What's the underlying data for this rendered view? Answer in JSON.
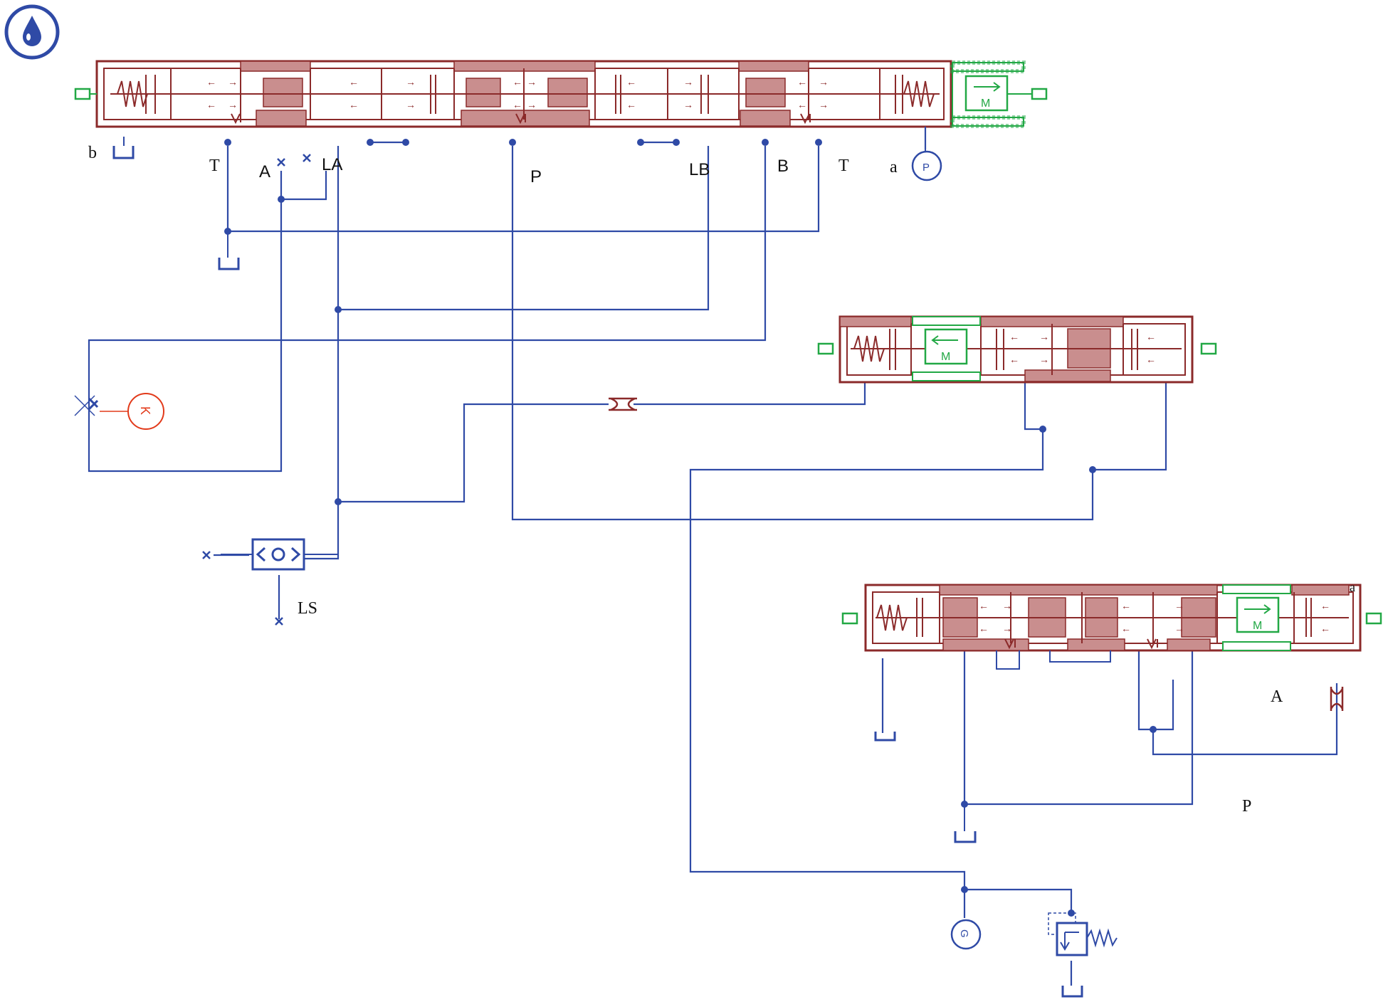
{
  "app": {
    "icon": "hydraulic-drop-icon"
  },
  "colors": {
    "hydraulic_line": "#2f4aa6",
    "valve_body": "#8b2a2a",
    "valve_fill": "#c98e8e",
    "actuator": "#22a845",
    "sensor_red": "#e23a1a"
  },
  "valve1": {
    "ports": {
      "b": "b",
      "T1": "T",
      "A": "A",
      "LA": "LA",
      "P": "P",
      "LB": "LB",
      "B": "B",
      "T2": "T",
      "a": "a"
    },
    "actuator_label": "M",
    "pressure_source": "P"
  },
  "valve2": {
    "actuator_label": "M"
  },
  "valve3": {
    "ports": {
      "a": "a",
      "A": "A",
      "P": "P"
    },
    "actuator_label": "M"
  },
  "shuttle": {
    "label": "LS"
  },
  "sensor": {
    "label": "K"
  },
  "pressure_sensor": {
    "label": "G"
  }
}
